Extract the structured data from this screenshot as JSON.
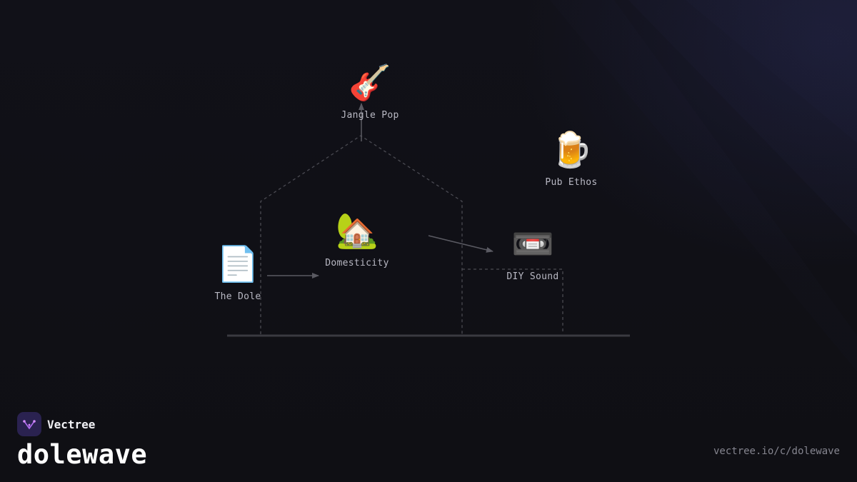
{
  "diagram": {
    "nodes": [
      {
        "id": "jangle-pop",
        "label": "Jangle Pop",
        "icon": "guitar-icon",
        "glyph": "🎸"
      },
      {
        "id": "pub-ethos",
        "label": "Pub Ethos",
        "icon": "beer-mug-icon",
        "glyph": "🍺"
      },
      {
        "id": "domesticity",
        "label": "Domesticity",
        "icon": "house-icon",
        "glyph": "🏡"
      },
      {
        "id": "diy-sound",
        "label": "DIY Sound",
        "icon": "videocassette-icon",
        "glyph": "📼"
      },
      {
        "id": "the-dole",
        "label": "The Dole",
        "icon": "document-icon",
        "glyph": "📄"
      }
    ],
    "edges": [
      {
        "from": "the-dole",
        "to": "domesticity"
      },
      {
        "from": "domesticity",
        "to": "diy-sound"
      },
      {
        "from": "jangle-pop",
        "to": "jangle-pop"
      }
    ]
  },
  "brand": {
    "name": "Vectree",
    "logo_icon": "vectree-logo-icon",
    "title": "dolewave",
    "url": "vectree.io/c/dolewave"
  },
  "colors": {
    "background": "#111118",
    "line": "#4a4a52",
    "logo_bg": "#2a2250",
    "logo_accent": "#b06cf0"
  }
}
